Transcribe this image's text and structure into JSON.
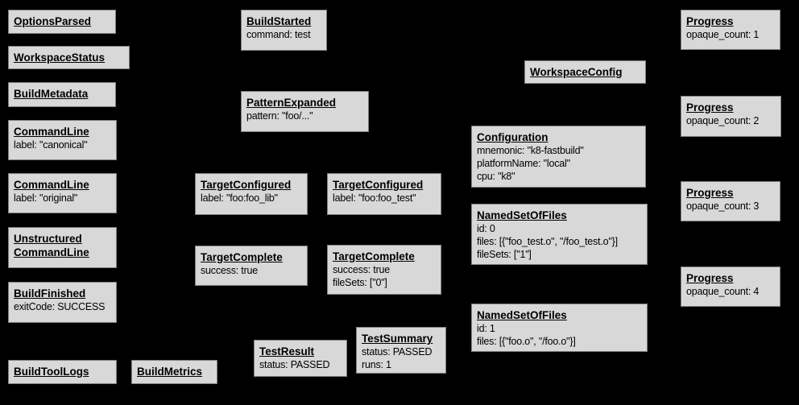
{
  "diagram": {
    "description": "Build event protocol graph",
    "colors": {
      "background": "#000000",
      "node_fill": "#d8d8d8",
      "node_border": "#7f7f7f",
      "node_text": "#000000"
    },
    "nodes": {
      "options_parsed": {
        "title": "OptionsParsed"
      },
      "workspace_status": {
        "title": "WorkspaceStatus"
      },
      "build_metadata": {
        "title": "BuildMetadata"
      },
      "command_line_canonical": {
        "title": "CommandLine",
        "attrs": [
          "label: \"canonical\""
        ]
      },
      "command_line_original": {
        "title": "CommandLine",
        "attrs": [
          "label: \"original\""
        ]
      },
      "unstructured_command_line": {
        "title_line1": "Unstructured",
        "title_line2": "CommandLine"
      },
      "build_finished": {
        "title": "BuildFinished",
        "attrs": [
          "exitCode: SUCCESS"
        ]
      },
      "build_tool_logs": {
        "title": "BuildToolLogs"
      },
      "build_metrics": {
        "title": "BuildMetrics"
      },
      "build_started": {
        "title": "BuildStarted",
        "attrs": [
          "command: test"
        ]
      },
      "pattern_expanded": {
        "title": "PatternExpanded",
        "attrs": [
          "pattern: \"foo/...\""
        ]
      },
      "target_configured_lib": {
        "title": "TargetConfigured",
        "attrs": [
          "label: \"foo:foo_lib\""
        ]
      },
      "target_complete_lib": {
        "title": "TargetComplete",
        "attrs": [
          "success: true"
        ]
      },
      "test_result": {
        "title": "TestResult",
        "attrs": [
          "status: PASSED"
        ]
      },
      "target_configured_test": {
        "title": "TargetConfigured",
        "attrs": [
          "label: \"foo:foo_test\""
        ]
      },
      "target_complete_test": {
        "title": "TargetComplete",
        "attrs": [
          "success: true",
          "fileSets: [\"0\"]"
        ]
      },
      "test_summary": {
        "title": "TestSummary",
        "attrs": [
          "status: PASSED",
          "runs: 1"
        ]
      },
      "workspace_config": {
        "title": "WorkspaceConfig"
      },
      "configuration": {
        "title": "Configuration",
        "attrs": [
          "mnemonic: \"k8-fastbuild\"",
          "platformName: \"local\"",
          "cpu: \"k8\""
        ]
      },
      "named_set_of_files_0": {
        "title": "NamedSetOfFiles",
        "attrs": [
          "id: 0",
          "files: [{\"foo_test.o\", \"/foo_test.o\"}]",
          "fileSets: [\"1\"]"
        ]
      },
      "named_set_of_files_1": {
        "title": "NamedSetOfFiles",
        "attrs": [
          "id: 1",
          "files: [{\"foo.o\", \"/foo.o\"}]"
        ]
      },
      "progress_1": {
        "title": "Progress",
        "attrs": [
          "opaque_count: 1"
        ]
      },
      "progress_2": {
        "title": "Progress",
        "attrs": [
          "opaque_count: 2"
        ]
      },
      "progress_3": {
        "title": "Progress",
        "attrs": [
          "opaque_count: 3"
        ]
      },
      "progress_4": {
        "title": "Progress",
        "attrs": [
          "opaque_count: 4"
        ]
      }
    }
  }
}
